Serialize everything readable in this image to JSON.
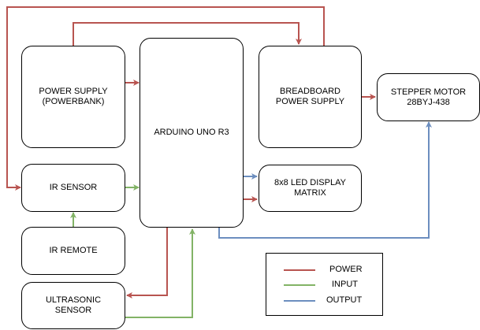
{
  "colors": {
    "power": "#b85450",
    "input": "#82b366",
    "output": "#6c8ebf"
  },
  "blocks": {
    "power_supply": "POWER SUPPLY\n(POWERBANK)",
    "arduino": "ARDUINO UNO R3",
    "breadboard": "BREADBOARD\nPOWER SUPPLY",
    "stepper": "STEPPER MOTOR\n28BYJ-438",
    "ir_sensor": "IR SENSOR",
    "led_matrix": "8x8 LED DISPLAY\nMATRIX",
    "ir_remote": "IR REMOTE",
    "ultrasonic": "ULTRASONIC\nSENSOR"
  },
  "legend": {
    "power": "POWER",
    "input": "INPUT",
    "output": "OUTPUT"
  }
}
